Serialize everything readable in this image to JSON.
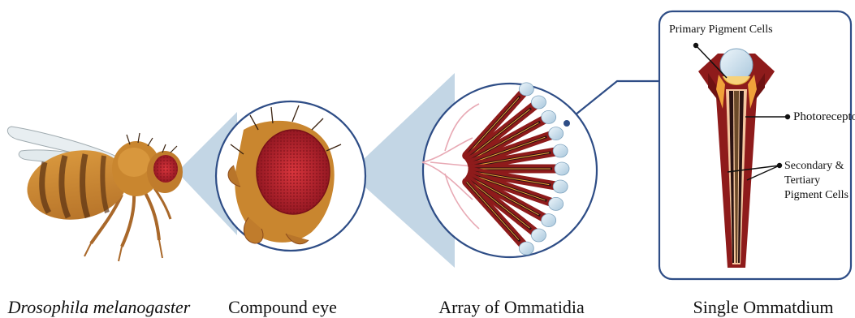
{
  "stages": [
    {
      "caption": "Drosophila melanogaster"
    },
    {
      "caption": "Compound eye"
    },
    {
      "caption": "Array of Ommatidia"
    },
    {
      "caption": "Single Ommatdium"
    }
  ],
  "labels": {
    "primary_pigment": "Primary Pigment Cells",
    "photoreceptors": "Photoreceptors",
    "secondary_line1": "Secondary &",
    "secondary_line2": "Tertiary",
    "secondary_line3": "Pigment Cells"
  },
  "colors": {
    "body": "#c9862f",
    "body_dark": "#8a4a1c",
    "eye_red": "#b3222c",
    "connector": "#b8cfe0",
    "outline": "#2e4d86",
    "ommatidium": "#8e1b1b",
    "lens": "#cfe3ef"
  }
}
